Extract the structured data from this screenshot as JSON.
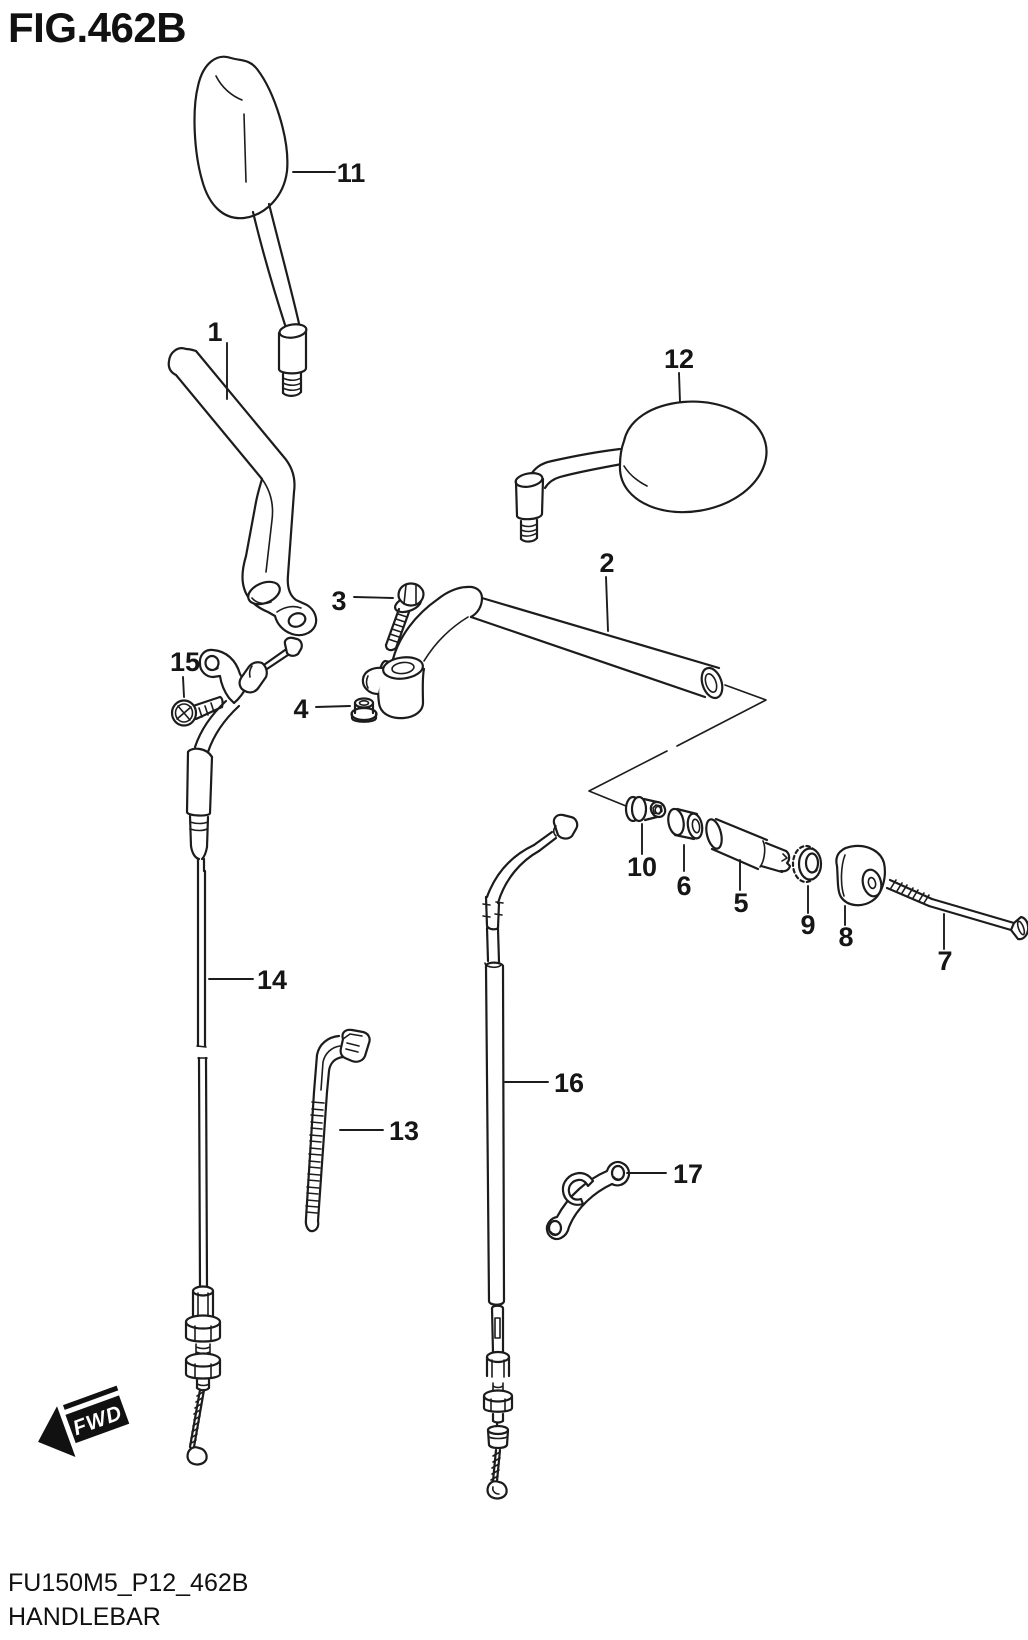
{
  "figure": {
    "title": "FIG.462B",
    "code": "FU150M5_P12_462B",
    "name": "HANDLEBAR",
    "fwd_label": "FWD"
  },
  "colors": {
    "line": "#1c1c1c",
    "background": "#ffffff",
    "fwd_arrow": "#111111"
  },
  "callouts": [
    {
      "label": "1"
    },
    {
      "label": "2"
    },
    {
      "label": "3"
    },
    {
      "label": "4"
    },
    {
      "label": "5"
    },
    {
      "label": "6"
    },
    {
      "label": "7"
    },
    {
      "label": "8"
    },
    {
      "label": "9"
    },
    {
      "label": "10"
    },
    {
      "label": "11"
    },
    {
      "label": "12"
    },
    {
      "label": "13"
    },
    {
      "label": "14"
    },
    {
      "label": "15"
    },
    {
      "label": "16"
    },
    {
      "label": "17"
    }
  ]
}
